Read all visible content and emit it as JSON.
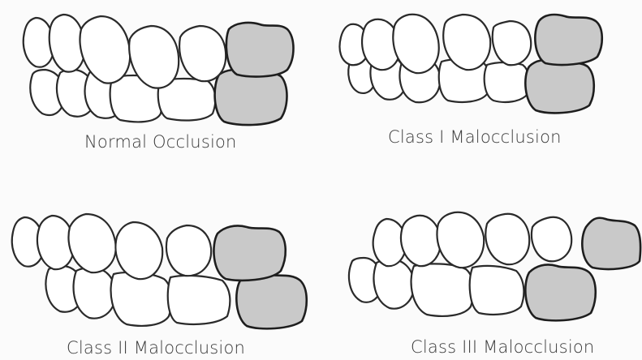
{
  "figure": {
    "panels": [
      {
        "id": "normal",
        "caption": "Normal Occlusion"
      },
      {
        "id": "class1",
        "caption": "Class I Malocclusion"
      },
      {
        "id": "class2",
        "caption": "Class II Malocclusion"
      },
      {
        "id": "class3",
        "caption": "Class III Malocclusion"
      }
    ],
    "colors": {
      "background": "#fbfbfb",
      "tooth_fill": "#ffffff",
      "molar_fill": "#c9c9c9",
      "outline": "#2a2a2a"
    }
  }
}
